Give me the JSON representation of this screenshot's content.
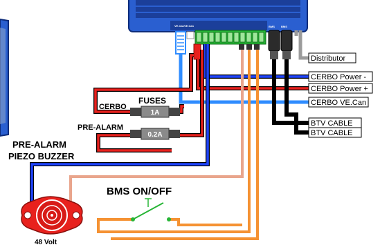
{
  "device": {
    "port_labels": [
      "VE.Can",
      "VE.Can",
      "BMS",
      "BMS"
    ]
  },
  "connections": [
    {
      "label": "Distributor"
    },
    {
      "label": "CERBO Power -"
    },
    {
      "label": "CERBO Power +"
    },
    {
      "label": "CERBO VE.Can"
    },
    {
      "label": "BTV CABLE"
    },
    {
      "label": "BTV CABLE"
    }
  ],
  "fuses": {
    "heading": "FUSES",
    "items": [
      {
        "label": "CERBO",
        "rating": "1A"
      },
      {
        "label": "PRE-ALARM",
        "rating": "0.2A"
      }
    ]
  },
  "buzzer": {
    "title_line1": "PRE-ALARM",
    "title_line2": "PIEZO BUZZER",
    "voltage": "48 Volt"
  },
  "switch": {
    "label": "BMS ON/OFF"
  },
  "colors": {
    "device_blue": "#2a5fd0",
    "wire_red": "#e8211d",
    "wire_blue": "#1f44ff",
    "wire_lightblue": "#2f8cff",
    "wire_orange": "#f59233",
    "wire_pink": "#e9a58c",
    "wire_black": "#000000",
    "wire_green": "#27b536",
    "fuse_grey": "#666666"
  }
}
